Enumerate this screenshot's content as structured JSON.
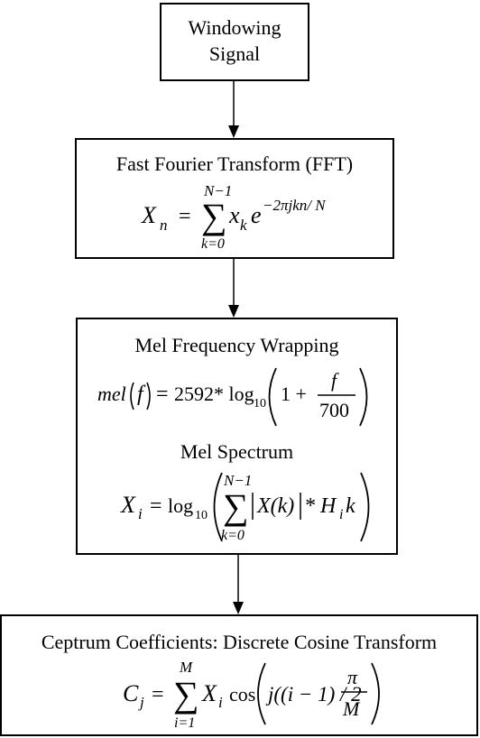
{
  "diagram": {
    "nodes": [
      {
        "id": "windowing",
        "title_lines": [
          "Windowing",
          "Signal"
        ]
      },
      {
        "id": "fft",
        "title": "Fast Fourier Transform (FFT)"
      },
      {
        "id": "mel",
        "title": "Mel Frequency Wrapping",
        "subtitle": "Mel Spectrum"
      },
      {
        "id": "dct",
        "title": "Ceptrum Coefficients: Discrete Cosine Transform"
      }
    ],
    "edges": [
      {
        "from": "windowing",
        "to": "fft"
      },
      {
        "from": "fft",
        "to": "mel"
      },
      {
        "from": "mel",
        "to": "dct"
      }
    ]
  },
  "formulas": {
    "fft": {
      "lhs": "X",
      "lhs_sub": "n",
      "sum_upper": "N−1",
      "sum_lower": "k=0",
      "term": "x",
      "term_sub": "k",
      "exp_base": "e",
      "exponent": "−2πjkn/ N"
    },
    "mel": {
      "lhs": "mel",
      "arg": "f",
      "coef": "2592* log",
      "log_sub": "10",
      "one": "1 +",
      "frac_num": "f",
      "frac_den": "700"
    },
    "mel_spectrum": {
      "lhs": "X",
      "lhs_sub": "i",
      "log": "log",
      "log_sub": "10",
      "sum_upper": "N−1",
      "sum_lower": "k=0",
      "inner": "X(k)",
      "mult": "* H",
      "h_sub": "i",
      "k": "k"
    },
    "dct": {
      "lhs": "C",
      "lhs_sub": "j",
      "sum_upper": "M",
      "sum_lower": "i=1",
      "term": "X",
      "term_sub": "i",
      "cos": "cos",
      "arg_a": "j((i − 1) / 2",
      "frac_num": "π",
      "frac_den": "M"
    }
  }
}
